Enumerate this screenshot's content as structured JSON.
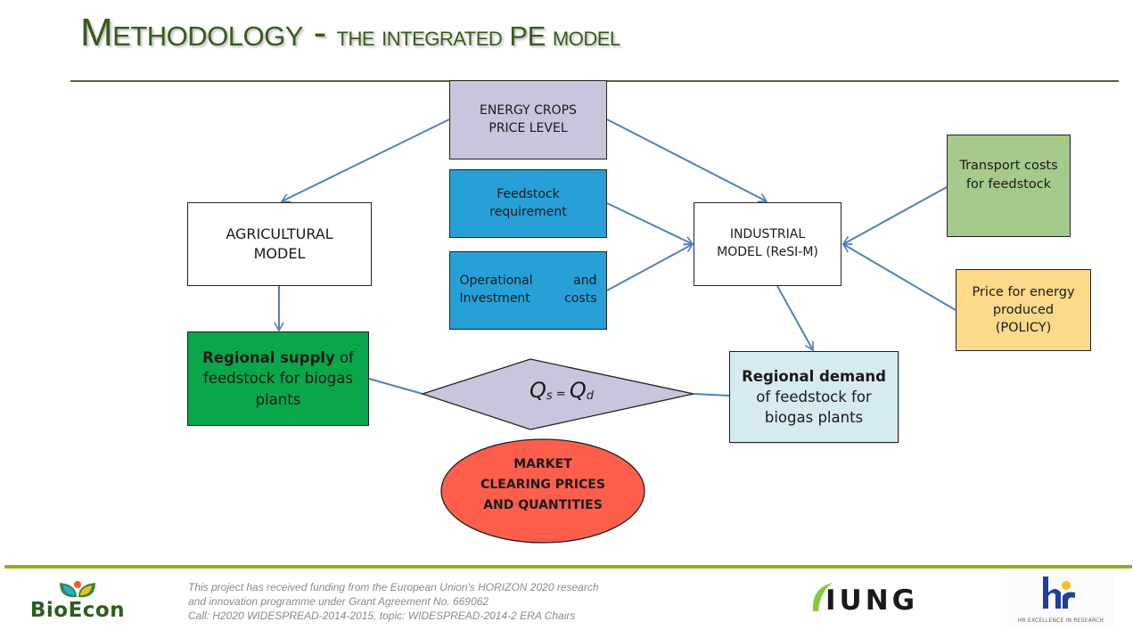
{
  "slide": {
    "title_main": "Methodology",
    "title_sep": " - ",
    "title_sub": "the integrated PE model"
  },
  "diagram": {
    "energy_crops": [
      "ENERGY CROPS",
      "PRICE LEVEL"
    ],
    "feedstock_requirement": [
      "Feedstock",
      "requirement"
    ],
    "operational_costs": {
      "row1_left": "Operational",
      "row1_right": "and",
      "row2_left": "Investment",
      "row2_right": "costs"
    },
    "agricultural_model": [
      "AGRICULTURAL",
      "MODEL"
    ],
    "industrial_model": [
      "INDUSTRIAL",
      "MODEL (ReSI-M)"
    ],
    "transport_costs": [
      "Transport costs",
      "for feedstock"
    ],
    "price_energy": [
      "Price for energy",
      "produced",
      "(POLICY)"
    ],
    "regional_supply": {
      "bold": "Regional supply",
      "rest1": " of",
      "line2": "feedstock for biogas",
      "line3": "plants"
    },
    "regional_demand": {
      "bold": "Regional demand",
      "line2": "of feedstock for",
      "line3": "biogas plants"
    },
    "equilibrium": {
      "q": "Q",
      "s": "s",
      "eq": " = ",
      "d": "d"
    },
    "market_clearing": [
      "MARKET",
      "CLEARING PRICES",
      "AND QUANTITIES"
    ],
    "colors": {
      "energy_crops": "#cac4dc",
      "feedstock_boxes": "#27a0d8",
      "transport": "#a6c98c",
      "price_energy": "#fdd98a",
      "regional_supply": "#0aa64a",
      "regional_demand": "#d6eaf2",
      "diamond": "#cac4dc",
      "ellipse": "#fd5f4c",
      "arrows": "#4f81bd"
    }
  },
  "footer": {
    "bioecon_logo": "BioEcon",
    "funding_lines": [
      "This project has received funding from the European Union's HORIZON 2020 research",
      "and innovation programme under Grant Agreement No. 669062",
      "Call: H2020 WIDESPREAD-2014-2015, topic: WIDESPREAD-2014-2 ERA Chairs"
    ],
    "iung_logo": "IUNG",
    "hr_logo_caption": "HR EXCELLENCE IN RESEARCH"
  }
}
